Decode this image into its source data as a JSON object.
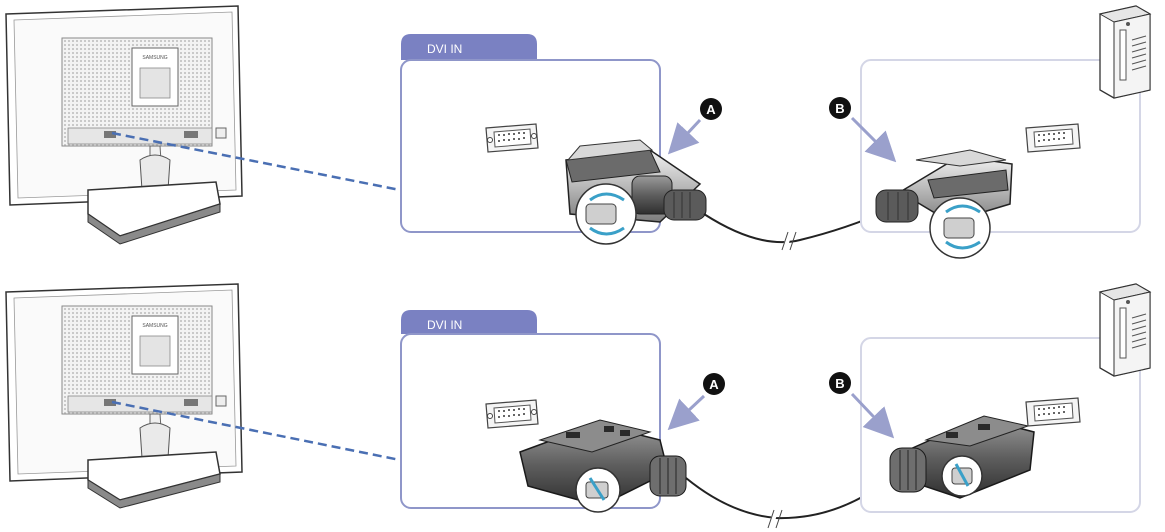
{
  "diagram": {
    "rows": [
      {
        "port_label": "DVI IN",
        "callout_a": "A",
        "callout_b": "B",
        "monitor_brand": "SAMSUNG"
      },
      {
        "port_label": "DVI IN",
        "callout_a": "A",
        "callout_b": "B",
        "monitor_brand": "SAMSUNG"
      }
    ],
    "colors": {
      "panel_border": "#8f96c9",
      "tab_fill": "#7a81c2",
      "tab_text": "#ffffff",
      "dashed_link": "#4a6fb3",
      "pc_panel_border": "#d4d6e6",
      "rotate_arrow": "#3aa0c8",
      "callout_fill": "#111111"
    },
    "icons": [
      "monitor-back-icon",
      "dvi-port-icon",
      "dvi-connector-icon",
      "pc-tower-icon",
      "cable-break-icon",
      "rotate-screw-icon"
    ]
  }
}
